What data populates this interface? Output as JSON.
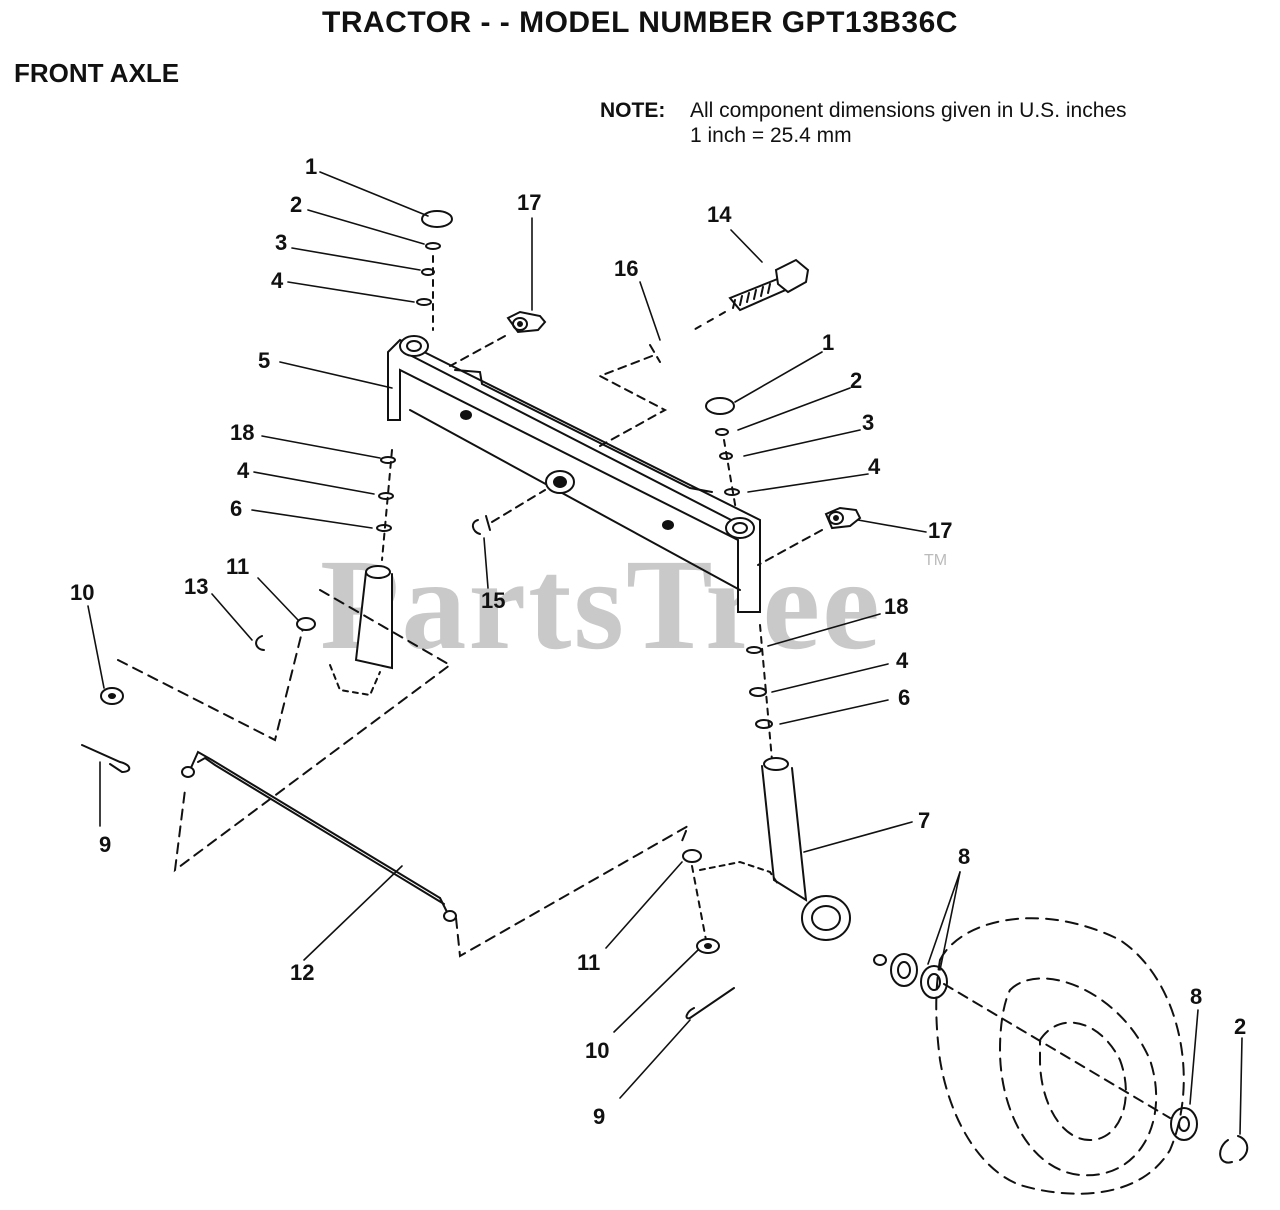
{
  "header": {
    "title": "TRACTOR  - - MODEL NUMBER GPT13B36C",
    "section": "FRONT AXLE"
  },
  "note": {
    "label": "NOTE:",
    "line1": "All component dimensions given in U.S. inches",
    "line2": "1 inch = 25.4 mm"
  },
  "watermark": {
    "text": "PartsTree",
    "tm": "TM"
  },
  "callouts": {
    "c1a": "1",
    "c2a": "2",
    "c3a": "3",
    "c4a": "4",
    "c17a": "17",
    "c14": "14",
    "c16": "16",
    "c5": "5",
    "c1b": "1",
    "c2b": "2",
    "c3b": "3",
    "c4b": "4",
    "c18a": "18",
    "c4c": "4",
    "c6a": "6",
    "c17b": "17",
    "c11a": "11",
    "c13": "13",
    "c10a": "10",
    "c15": "15",
    "c18b": "18",
    "c4d": "4",
    "c6b": "6",
    "c9a": "9",
    "c7": "7",
    "c8a": "8",
    "c12": "12",
    "c11b": "11",
    "c10b": "10",
    "c9b": "9",
    "c8b": "8",
    "c2c": "2"
  }
}
